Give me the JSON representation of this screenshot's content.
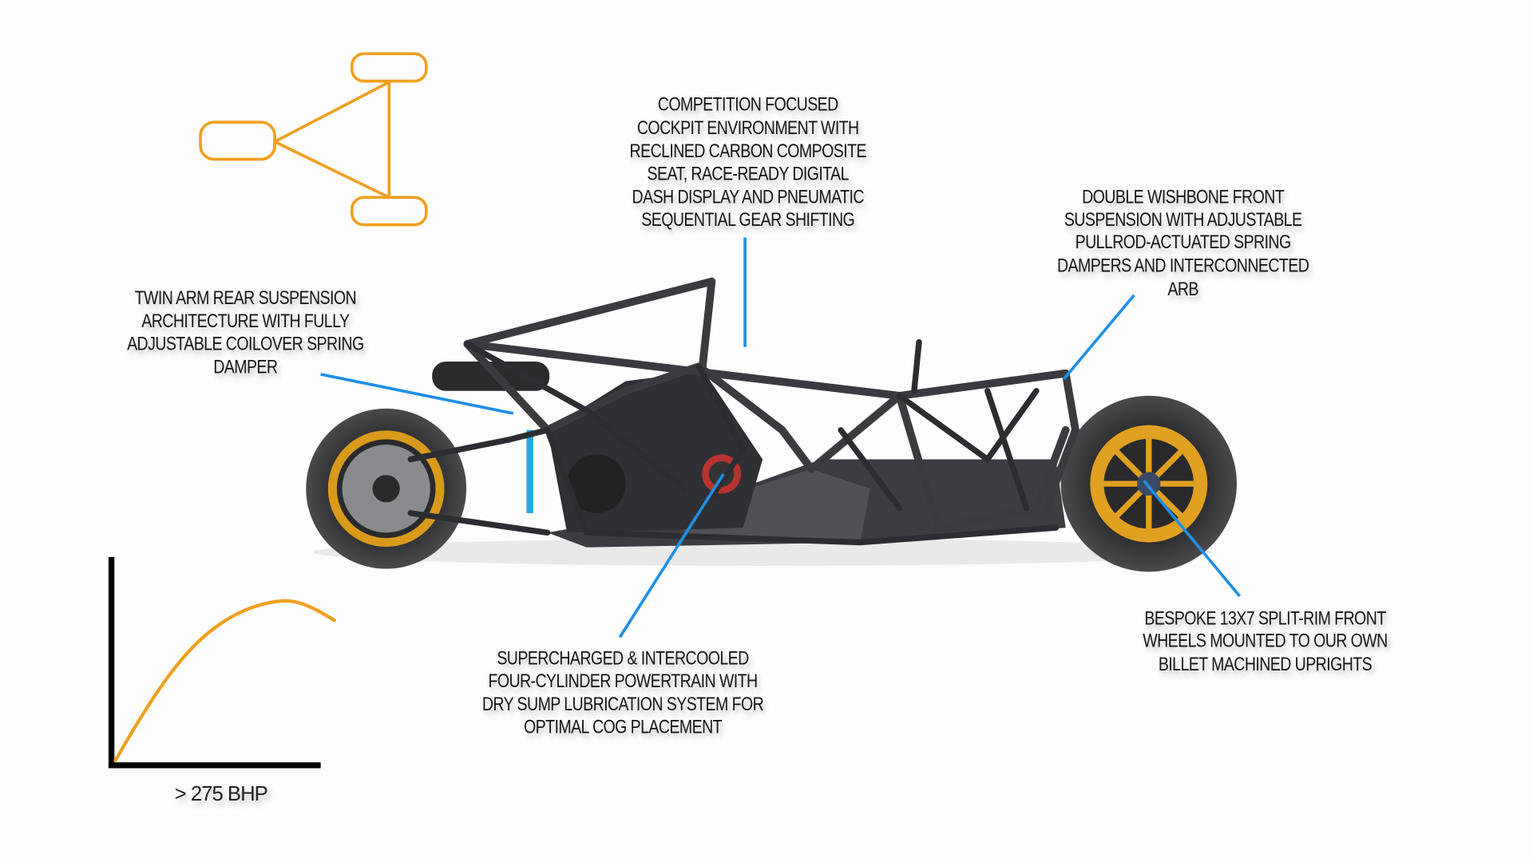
{
  "callouts": {
    "cockpit": [
      "COMPETITION FOCUSED",
      "COCKPIT ENVIRONMENT WITH",
      "RECLINED CARBON COMPOSITE",
      "SEAT, RACE-READY DIGITAL",
      "DASH DISPLAY AND PNEUMATIC",
      "SEQUENTIAL GEAR SHIFTING"
    ],
    "front_suspension": [
      "DOUBLE WISHBONE FRONT",
      "SUSPENSION WITH ADJUSTABLE",
      "PULLROD-ACTUATED SPRING",
      "DAMPERS AND INTERCONNECTED",
      "ARB"
    ],
    "rear_suspension": [
      "TWIN ARM REAR SUSPENSION",
      "ARCHITECTURE WITH FULLY",
      "ADJUSTABLE COILOVER SPRING",
      "DAMPER"
    ],
    "powertrain": [
      "SUPERCHARGED & INTERCOOLED",
      "FOUR-CYLINDER POWERTRAIN WITH",
      "DRY SUMP LUBRICATION SYSTEM FOR",
      "OPTIMAL COG PLACEMENT"
    ],
    "wheels": [
      "BESPOKE 13X7 SPLIT-RIM FRONT",
      "WHEELS MOUNTED TO OUR OWN",
      "BILLET MACHINED UPRIGHTS"
    ]
  },
  "colors": {
    "accent_orange": "#f0a020",
    "leader_blue": "#1f8fe6",
    "rim_gold": "#e0a020"
  },
  "icons": [
    "three-wheel-layout-icon",
    "power-curve-icon"
  ],
  "chart_data": {
    "type": "line",
    "title": "",
    "xlabel": "> 275 BHP",
    "ylabel": "",
    "x": [
      0,
      1,
      2,
      3,
      4,
      5,
      6,
      7,
      8,
      9,
      10
    ],
    "y": [
      0,
      2.3,
      4.4,
      6.2,
      7.6,
      8.6,
      9.3,
      9.7,
      9.85,
      9.4,
      8.6
    ],
    "xlim": [
      0,
      10
    ],
    "ylim": [
      0,
      12
    ],
    "grid": false
  }
}
